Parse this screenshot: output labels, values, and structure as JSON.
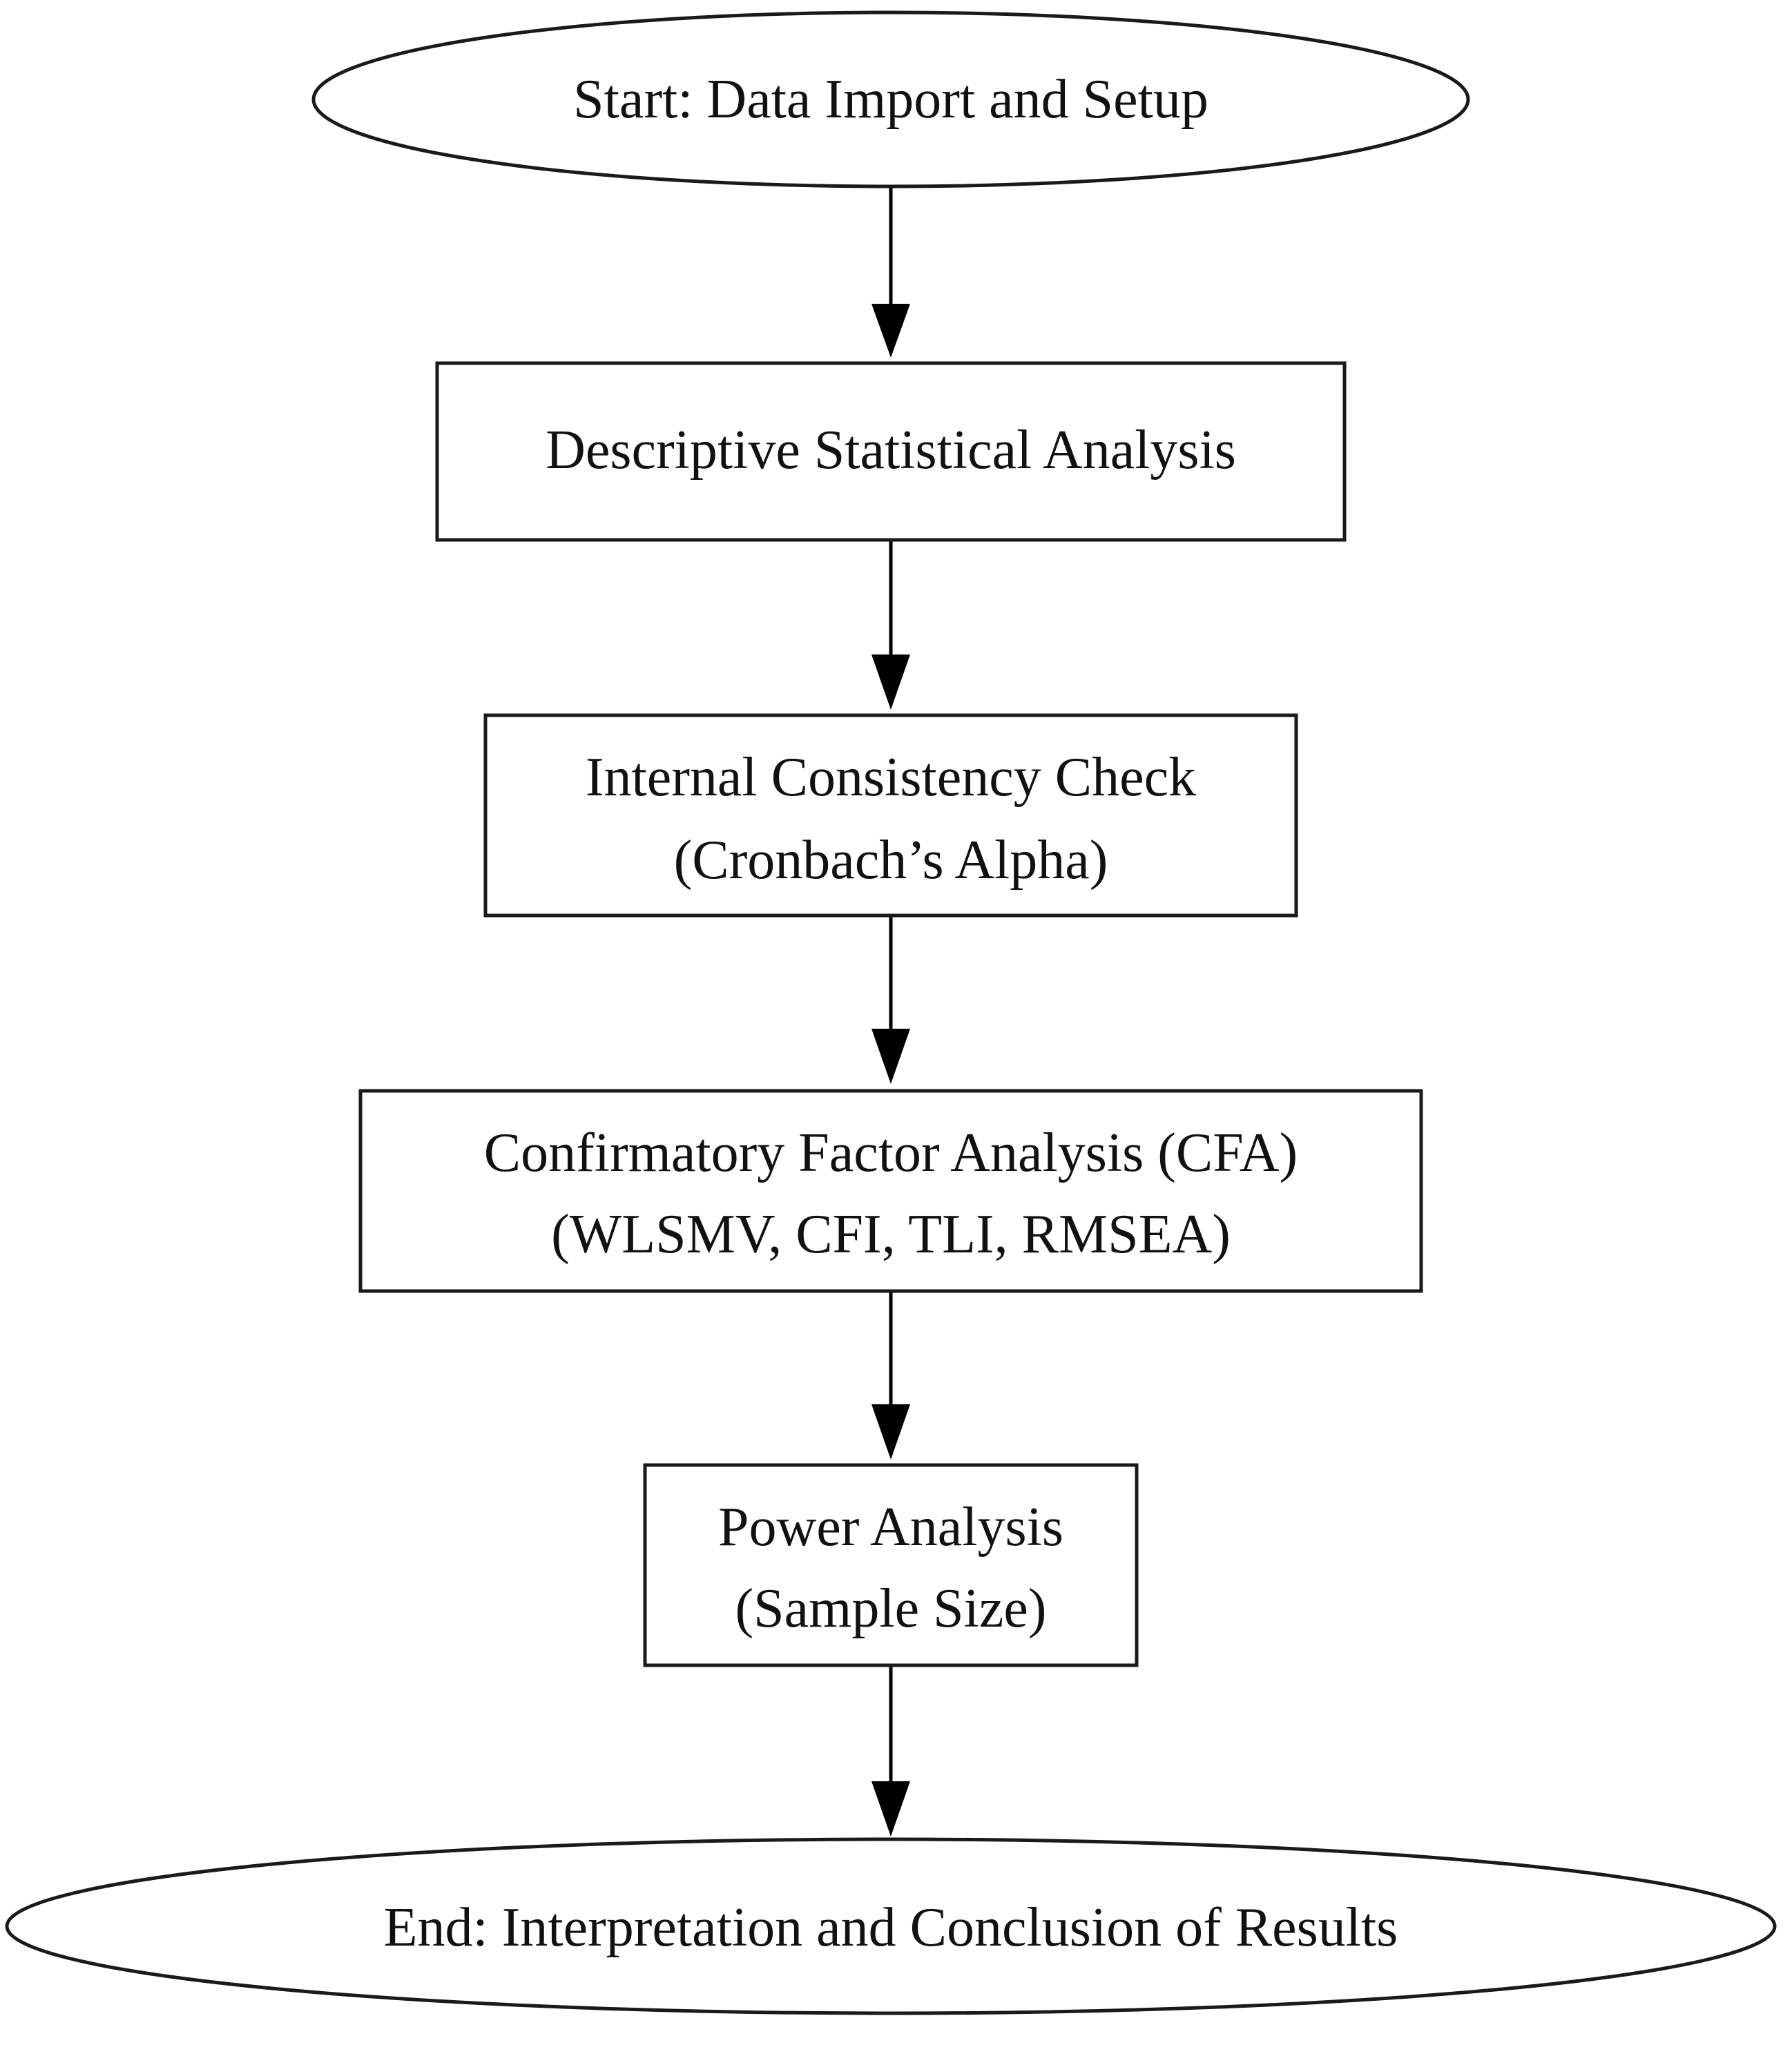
{
  "nodes": [
    {
      "id": "start",
      "shape": "ellipse",
      "lines": [
        "Start: Data Import and Setup"
      ]
    },
    {
      "id": "descriptive",
      "shape": "box",
      "lines": [
        "Descriptive Statistical Analysis"
      ]
    },
    {
      "id": "consistency",
      "shape": "box",
      "lines": [
        "Internal Consistency Check",
        "(Cronbach’s Alpha)"
      ]
    },
    {
      "id": "cfa",
      "shape": "box",
      "lines": [
        "Confirmatory Factor Analysis (CFA)",
        "(WLSMV, CFI, TLI, RMSEA)"
      ]
    },
    {
      "id": "power",
      "shape": "box",
      "lines": [
        "Power Analysis",
        "(Sample Size)"
      ]
    },
    {
      "id": "end",
      "shape": "ellipse",
      "lines": [
        "End: Interpretation and Conclusion of Results"
      ]
    }
  ],
  "edges": [
    {
      "from": "start",
      "to": "descriptive"
    },
    {
      "from": "descriptive",
      "to": "consistency"
    },
    {
      "from": "consistency",
      "to": "cfa"
    },
    {
      "from": "cfa",
      "to": "power"
    },
    {
      "from": "power",
      "to": "end"
    }
  ],
  "colors": {
    "stroke": "#1a1a1a",
    "text": "#111111",
    "arrow": "#000000",
    "background": "#ffffff"
  }
}
